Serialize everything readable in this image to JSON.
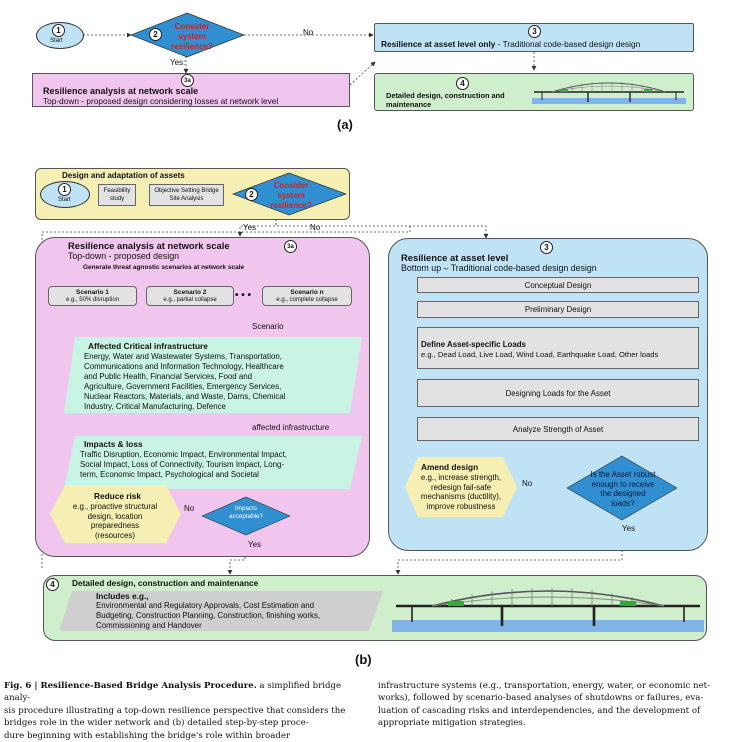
{
  "panel_a": {
    "label": "(a)",
    "start": {
      "num": "1",
      "label": "Start"
    },
    "decision": {
      "num": "2",
      "text": "Consider system resilience?"
    },
    "yes_label": "Yes:",
    "no_label": "No",
    "asset_only": {
      "num": "3",
      "bold": "Resilience at asset level only",
      "rest": " - Traditional code-based design design"
    },
    "network": {
      "num": "3a",
      "title": "Resilience analysis at network scale",
      "sub": "Top-down - proposed design considering losses at network level"
    },
    "detailed": {
      "num": "4",
      "text": "Detailed design, construction and maintenance"
    }
  },
  "panel_b": {
    "label": "(b)",
    "design_adapt": {
      "title": "Design and adaptation of assets",
      "start": {
        "num": "1",
        "label": "Start"
      },
      "feasibility": "Feasibility study",
      "objective": "Objective Setting Bridge Site Analysis",
      "decision": {
        "num": "2",
        "text": "Consider system resilience?"
      }
    },
    "yes_label": "Yes",
    "no_label": "No",
    "network": {
      "num": "3a",
      "title": "Resilience analysis at network scale",
      "sub": "Top-down - proposed design",
      "generate": "Generate threat agnostic scenarios at network scale",
      "scenarios": [
        {
          "title": "Scenario 1",
          "sub": "e.g., 50% disruption"
        },
        {
          "title": "Scenario 2",
          "sub": "e.g., partial collapse"
        },
        {
          "title": "Scenario n",
          "sub": "e.g., complete collapse"
        }
      ],
      "dots": "• • •",
      "arrow_scenario": "Scenario",
      "affected": {
        "title": "Affected Critical infrastructure",
        "lines": [
          "Energy, Water and Wastewater Systems, Transportation,",
          "Communications and Information Technology, Healthcare",
          "and Public Health, Financial Services, Food and",
          "Agriculture, Government Facilities, Emergency Services,",
          "Nuclear Reactors, Materials, and Waste, Dams, Chemical",
          "Industry, Critical Manufacturing, Defence"
        ]
      },
      "arrow_affected": "affected infrastructure",
      "impacts": {
        "title": "Impacts & loss",
        "lines": [
          "Traffic Disruption, Economic Impact, Environmental Impact,",
          "Social Impact, Loss of Connectivity, Tourism Impact, Long-",
          "term, Economic Impact, Psychological and Societal"
        ]
      },
      "reduce": {
        "title": "Reduce risk",
        "lines": [
          "e.g., proactive structural",
          "design, location",
          "preparedness",
          "(resources)"
        ]
      },
      "acceptable": "Impacts acceptable?",
      "no_label": "No",
      "yes_label": "Yes"
    },
    "asset": {
      "num": "3",
      "title": "Resilience at asset level",
      "sub": "Bottom up – Traditional code-based design design",
      "steps": [
        "Conceptual Design",
        "Preliminary Design"
      ],
      "loads": {
        "title": "Define Asset-specific Loads",
        "sub": "e.g., Dead Load, Live Load, Wind Load, Earthquake Load, Other loads"
      },
      "designing": "Designing Loads for the Asset",
      "analyze": "Analyze Strength of Asset",
      "amend": {
        "title": "Amend design",
        "lines": [
          "e.g., increase strength,",
          "redesign fail-safe",
          "mechanisms (ductility),",
          "improve robustness"
        ]
      },
      "robust": [
        "Is the Asset robust",
        "enough to receive",
        "the designed",
        "loads?"
      ],
      "no_label": "No",
      "yes_label": "Yes"
    },
    "detailed": {
      "num": "4",
      "title": "Detailed design, construction and maintenance",
      "includes": "Includes e.g.,",
      "lines": [
        "Environmental and Regulatory Approvals, Cost Estimation and",
        "Budgeting, Construction Planning, Construction, finishing works,",
        "Commissioning and Handover"
      ]
    }
  },
  "caption": {
    "left": [
      {
        "b": "Fig. 6 | Resilience-Based Bridge Analysis Procedure.",
        "t": " a simplified bridge analy-"
      },
      {
        "b": "",
        "t": "sis procedure illustrating a top-down resilience perspective that considers the"
      },
      {
        "b": "",
        "t": "bridges role in the wider network and (b) detailed step-by-step proce-"
      },
      {
        "b": "",
        "t": "dure beginning with establishing the bridge's role within broader"
      }
    ],
    "right": [
      "infrastructure systems (e.g., transportation, energy, water, or economic net-",
      "works), followed by scenario-based analyses of shutdowns or failures, eva-",
      "luation of cascading risks and interdependencies, and the development of",
      "appropriate mitigation strategies."
    ]
  },
  "colors": {
    "blue": "#bfe3f5",
    "pink": "#f1c6ee",
    "green": "#cfeecb",
    "yellow": "#f6efb4",
    "diamond": "#2f8fd0",
    "gray": "#e2e2e2",
    "mint": "#c9f3e2"
  }
}
